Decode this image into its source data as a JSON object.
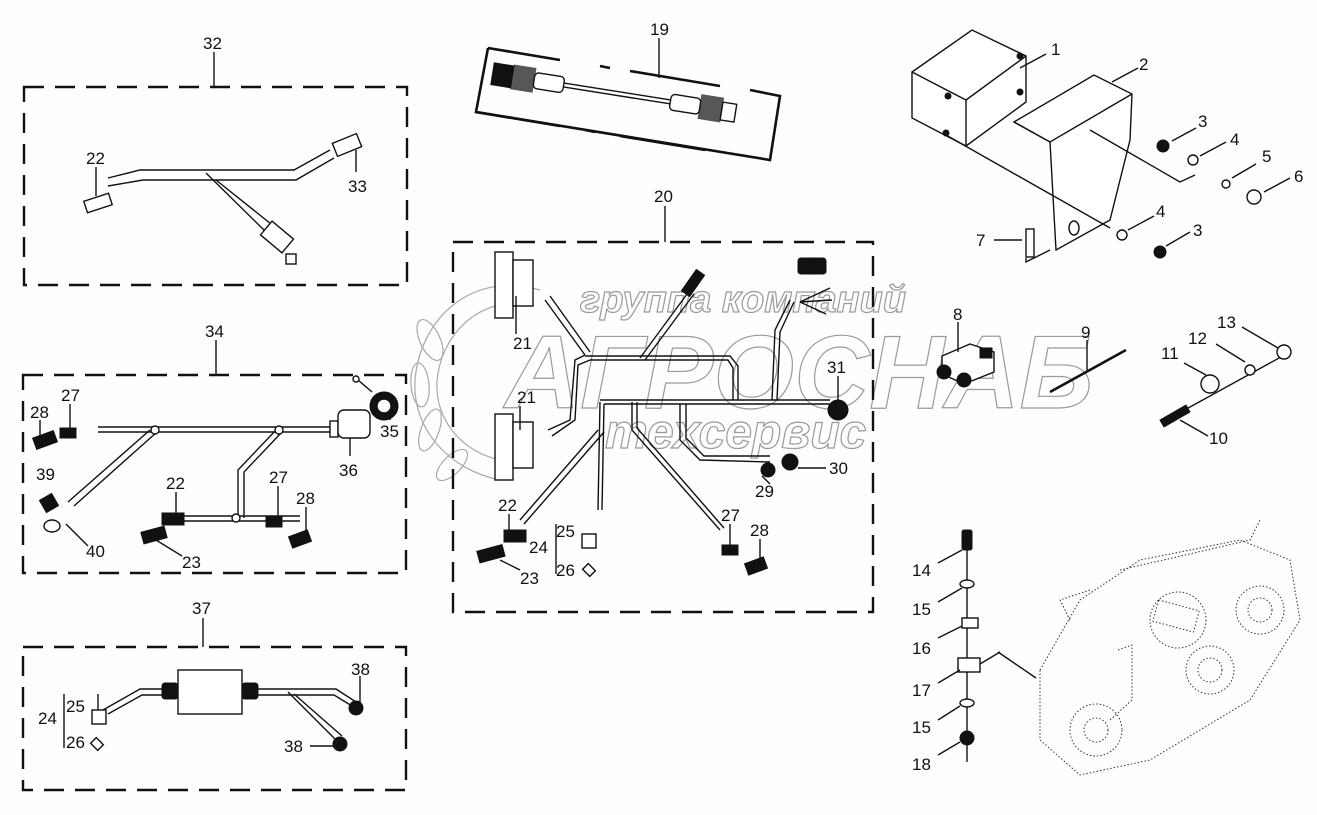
{
  "diagram": {
    "title": "Wiring harness exploded parts diagram",
    "watermark": {
      "line1": "группа компаний",
      "line2": "АГРОСНАБ",
      "line3": "техсервис"
    },
    "callouts": {
      "c1": "1",
      "c2": "2",
      "c3a": "3",
      "c3b": "3",
      "c4a": "4",
      "c4b": "4",
      "c5": "5",
      "c6": "6",
      "c7": "7",
      "c8": "8",
      "c9": "9",
      "c10": "10",
      "c11": "11",
      "c12": "12",
      "c13": "13",
      "c14": "14",
      "c15a": "15",
      "c15b": "15",
      "c16": "16",
      "c17": "17",
      "c18": "18",
      "c19": "19",
      "c20": "20",
      "c21a": "21",
      "c21b": "21",
      "c22_20": "22",
      "c23_20": "23",
      "c24_20": "24",
      "c25_20": "25",
      "c26_20": "26",
      "c27_20": "27",
      "c28_20": "28",
      "c29": "29",
      "c30": "30",
      "c31": "31",
      "c32": "32",
      "c22_32": "22",
      "c33": "33",
      "c34": "34",
      "c27a_34": "27",
      "c28a_34": "28",
      "c39": "39",
      "c40": "40",
      "c22_34": "22",
      "c23_34": "23",
      "c27b_34": "27",
      "c28b_34": "28",
      "c36": "36",
      "c35": "35",
      "c37": "37",
      "c24_37": "24",
      "c25_37": "25",
      "c26_37": "26",
      "c38a": "38",
      "c38b": "38"
    },
    "groups": [
      {
        "id": "32",
        "contains": [
          "22",
          "33"
        ]
      },
      {
        "id": "34",
        "contains": [
          "27",
          "28",
          "39",
          "40",
          "22",
          "23",
          "36",
          "35"
        ]
      },
      {
        "id": "37",
        "contains": [
          "24",
          "25",
          "26",
          "38"
        ]
      },
      {
        "id": "19",
        "contains": []
      },
      {
        "id": "20",
        "contains": [
          "21",
          "22",
          "23",
          "24",
          "25",
          "26",
          "27",
          "28",
          "29",
          "30",
          "31"
        ]
      }
    ]
  }
}
